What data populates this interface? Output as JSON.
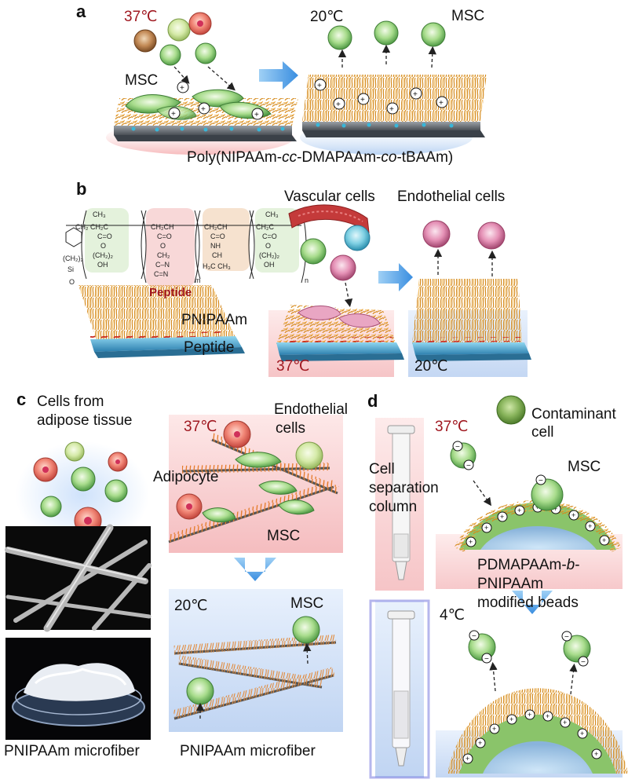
{
  "panel_a": {
    "letter": "a",
    "temp_warm": "37℃",
    "temp_cold": "20℃",
    "msc_left": "MSC",
    "msc_right": "MSC",
    "polymer": "Poly(NIPAAm-",
    "polymer_cc": "cc",
    "polymer_mid": "-DMAPAAm-",
    "polymer_co": "co",
    "polymer_end": "-tBAAm)"
  },
  "panel_b": {
    "letter": "b",
    "vascular": "Vascular cells",
    "endothelial": "Endothelial cells",
    "peptide_chem": "Peptide",
    "pnipaam": "PNIPAAm",
    "peptide": "Peptide",
    "temp_warm": "37℃",
    "temp_cold": "20℃"
  },
  "panel_c": {
    "letter": "c",
    "cells_from_1": "Cells from",
    "cells_from_2": "adipose tissue",
    "temp_warm": "37℃",
    "endothelial_1": "Endothelial",
    "endothelial_2": "cells",
    "adipocyte": "Adipocyte",
    "msc": "MSC",
    "temp_cold": "20℃",
    "msc_cold": "MSC",
    "microfiber_left": "PNIPAAm microfiber",
    "microfiber_right": "PNIPAAm microfiber"
  },
  "panel_d": {
    "letter": "d",
    "temp_warm": "37℃",
    "contaminant_1": "Contaminant",
    "contaminant_2": "cell",
    "column_1": "Cell",
    "column_2": "separation",
    "column_3": "column",
    "msc": "MSC",
    "beads_1a": "PDMAPAAm-",
    "beads_1b": "b",
    "beads_1c": "-PNIPAAm",
    "beads_2": "modified beads",
    "temp_cold": "4℃"
  }
}
